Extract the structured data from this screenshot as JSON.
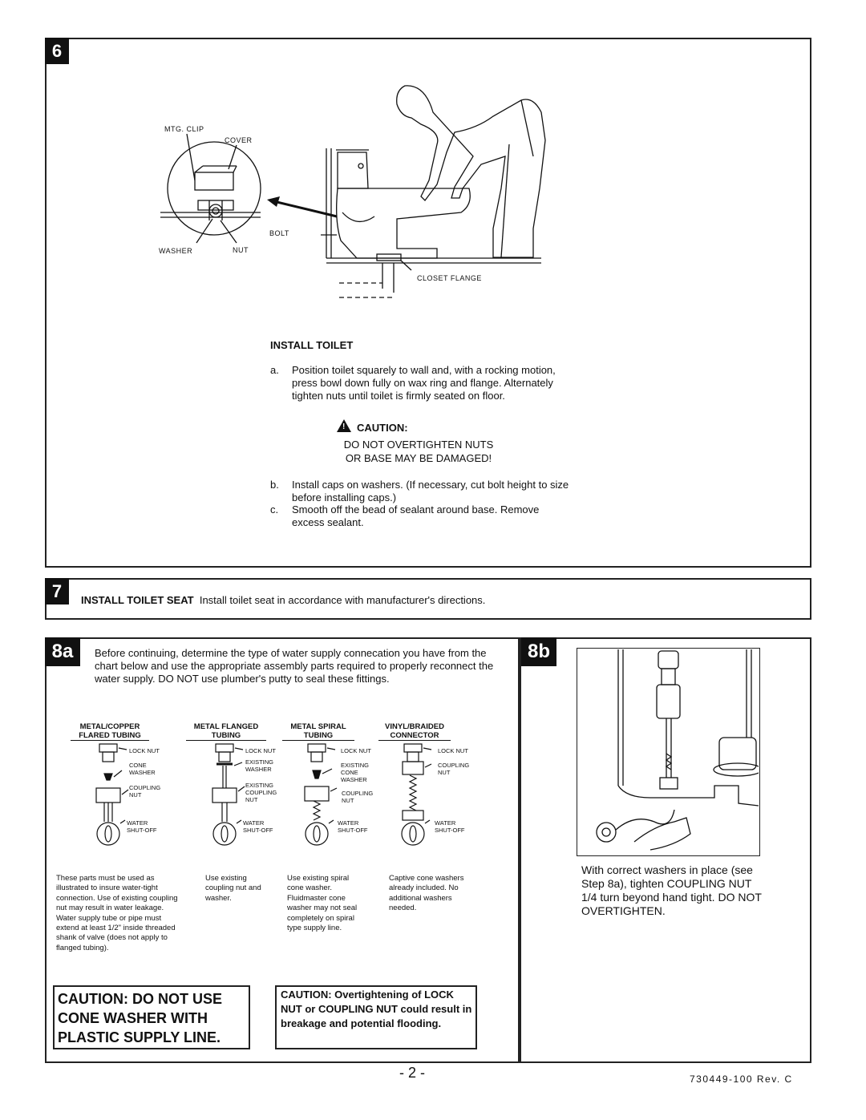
{
  "step6": {
    "number": "6",
    "heading": "INSTALL TOILET",
    "labels": {
      "mtg_clip": "MTG. CLIP",
      "cover": "COVER",
      "bolt": "BOLT",
      "washer": "WASHER",
      "nut": "NUT",
      "closet_flange": "CLOSET FLANGE"
    },
    "item_a_letter": "a.",
    "item_a": "Position toilet squarely to wall and, with a rocking motion, press bowl down fully on wax ring and flange. Alternately tighten nuts until toilet is firmly seated on floor.",
    "caution_title": "CAUTION:",
    "caution_line1": "DO NOT OVERTIGHTEN NUTS",
    "caution_line2": "OR BASE MAY BE DAMAGED!",
    "item_b_letter": "b.",
    "item_b": "Install caps on washers.  (If necessary, cut bolt height to size before installing caps.)",
    "item_c_letter": "c.",
    "item_c": "Smooth off the bead of sealant around base. Remove excess sealant."
  },
  "step7": {
    "number": "7",
    "heading": "INSTALL TOILET SEAT",
    "text": "Install toilet seat in accordance with manufacturer's directions."
  },
  "step8a": {
    "number": "8a",
    "intro": "Before continuing, determine the type of water supply connecation you have from the chart below and use the appropriate assembly parts required to properly reconnect the water supply. DO NOT use plumber's putty to seal these fittings.",
    "columns": [
      {
        "header1": "METAL/COPPER",
        "header2": "FLARED TUBING",
        "labels": [
          "LOCK NUT",
          "CONE WASHER",
          "COUPLING NUT",
          "WATER SHUT-OFF"
        ],
        "note": "These parts must be used as illustrated to insure water-tight connection. Use of existing coupling nut may result in water leakage. Water supply tube or pipe must extend at least 1/2\" inside threaded shank of valve (does not apply to flanged tubing)."
      },
      {
        "header1": "METAL FLANGED",
        "header2": "TUBING",
        "labels": [
          "LOCK NUT",
          "EXISTING WASHER",
          "EXISTING COUPLING NUT",
          "WATER SHUT-OFF"
        ],
        "note": "Use existing coupling nut and washer."
      },
      {
        "header1": "METAL SPIRAL",
        "header2": "TUBING",
        "labels": [
          "LOCK NUT",
          "EXISTING CONE WASHER",
          "COUPLING NUT",
          "WATER SHUT-OFF"
        ],
        "note": "Use existing spiral cone washer. Fluidmaster cone washer may not seal completely on spiral type supply line."
      },
      {
        "header1": "VINYL/BRAIDED",
        "header2": "CONNECTOR",
        "labels": [
          "LOCK NUT",
          "COUPLING NUT",
          "WATER SHUT-OFF"
        ],
        "note": "Captive cone washers already included. No additional washers needed."
      }
    ],
    "caution1": "CAUTION: DO NOT USE CONE WASHER WITH PLASTIC SUPPLY LINE.",
    "caution2": "CAUTION: Overtightening of LOCK NUT or COUPLING NUT could result in breakage and potential flooding."
  },
  "step8b": {
    "number": "8b",
    "text": "With correct washers in place (see Step 8a), tighten COUPLING NUT 1/4 turn beyond hand tight. DO NOT OVERTIGHTEN."
  },
  "footer": {
    "page": "- 2 -",
    "doc_number": "730449-100 Rev. C"
  }
}
